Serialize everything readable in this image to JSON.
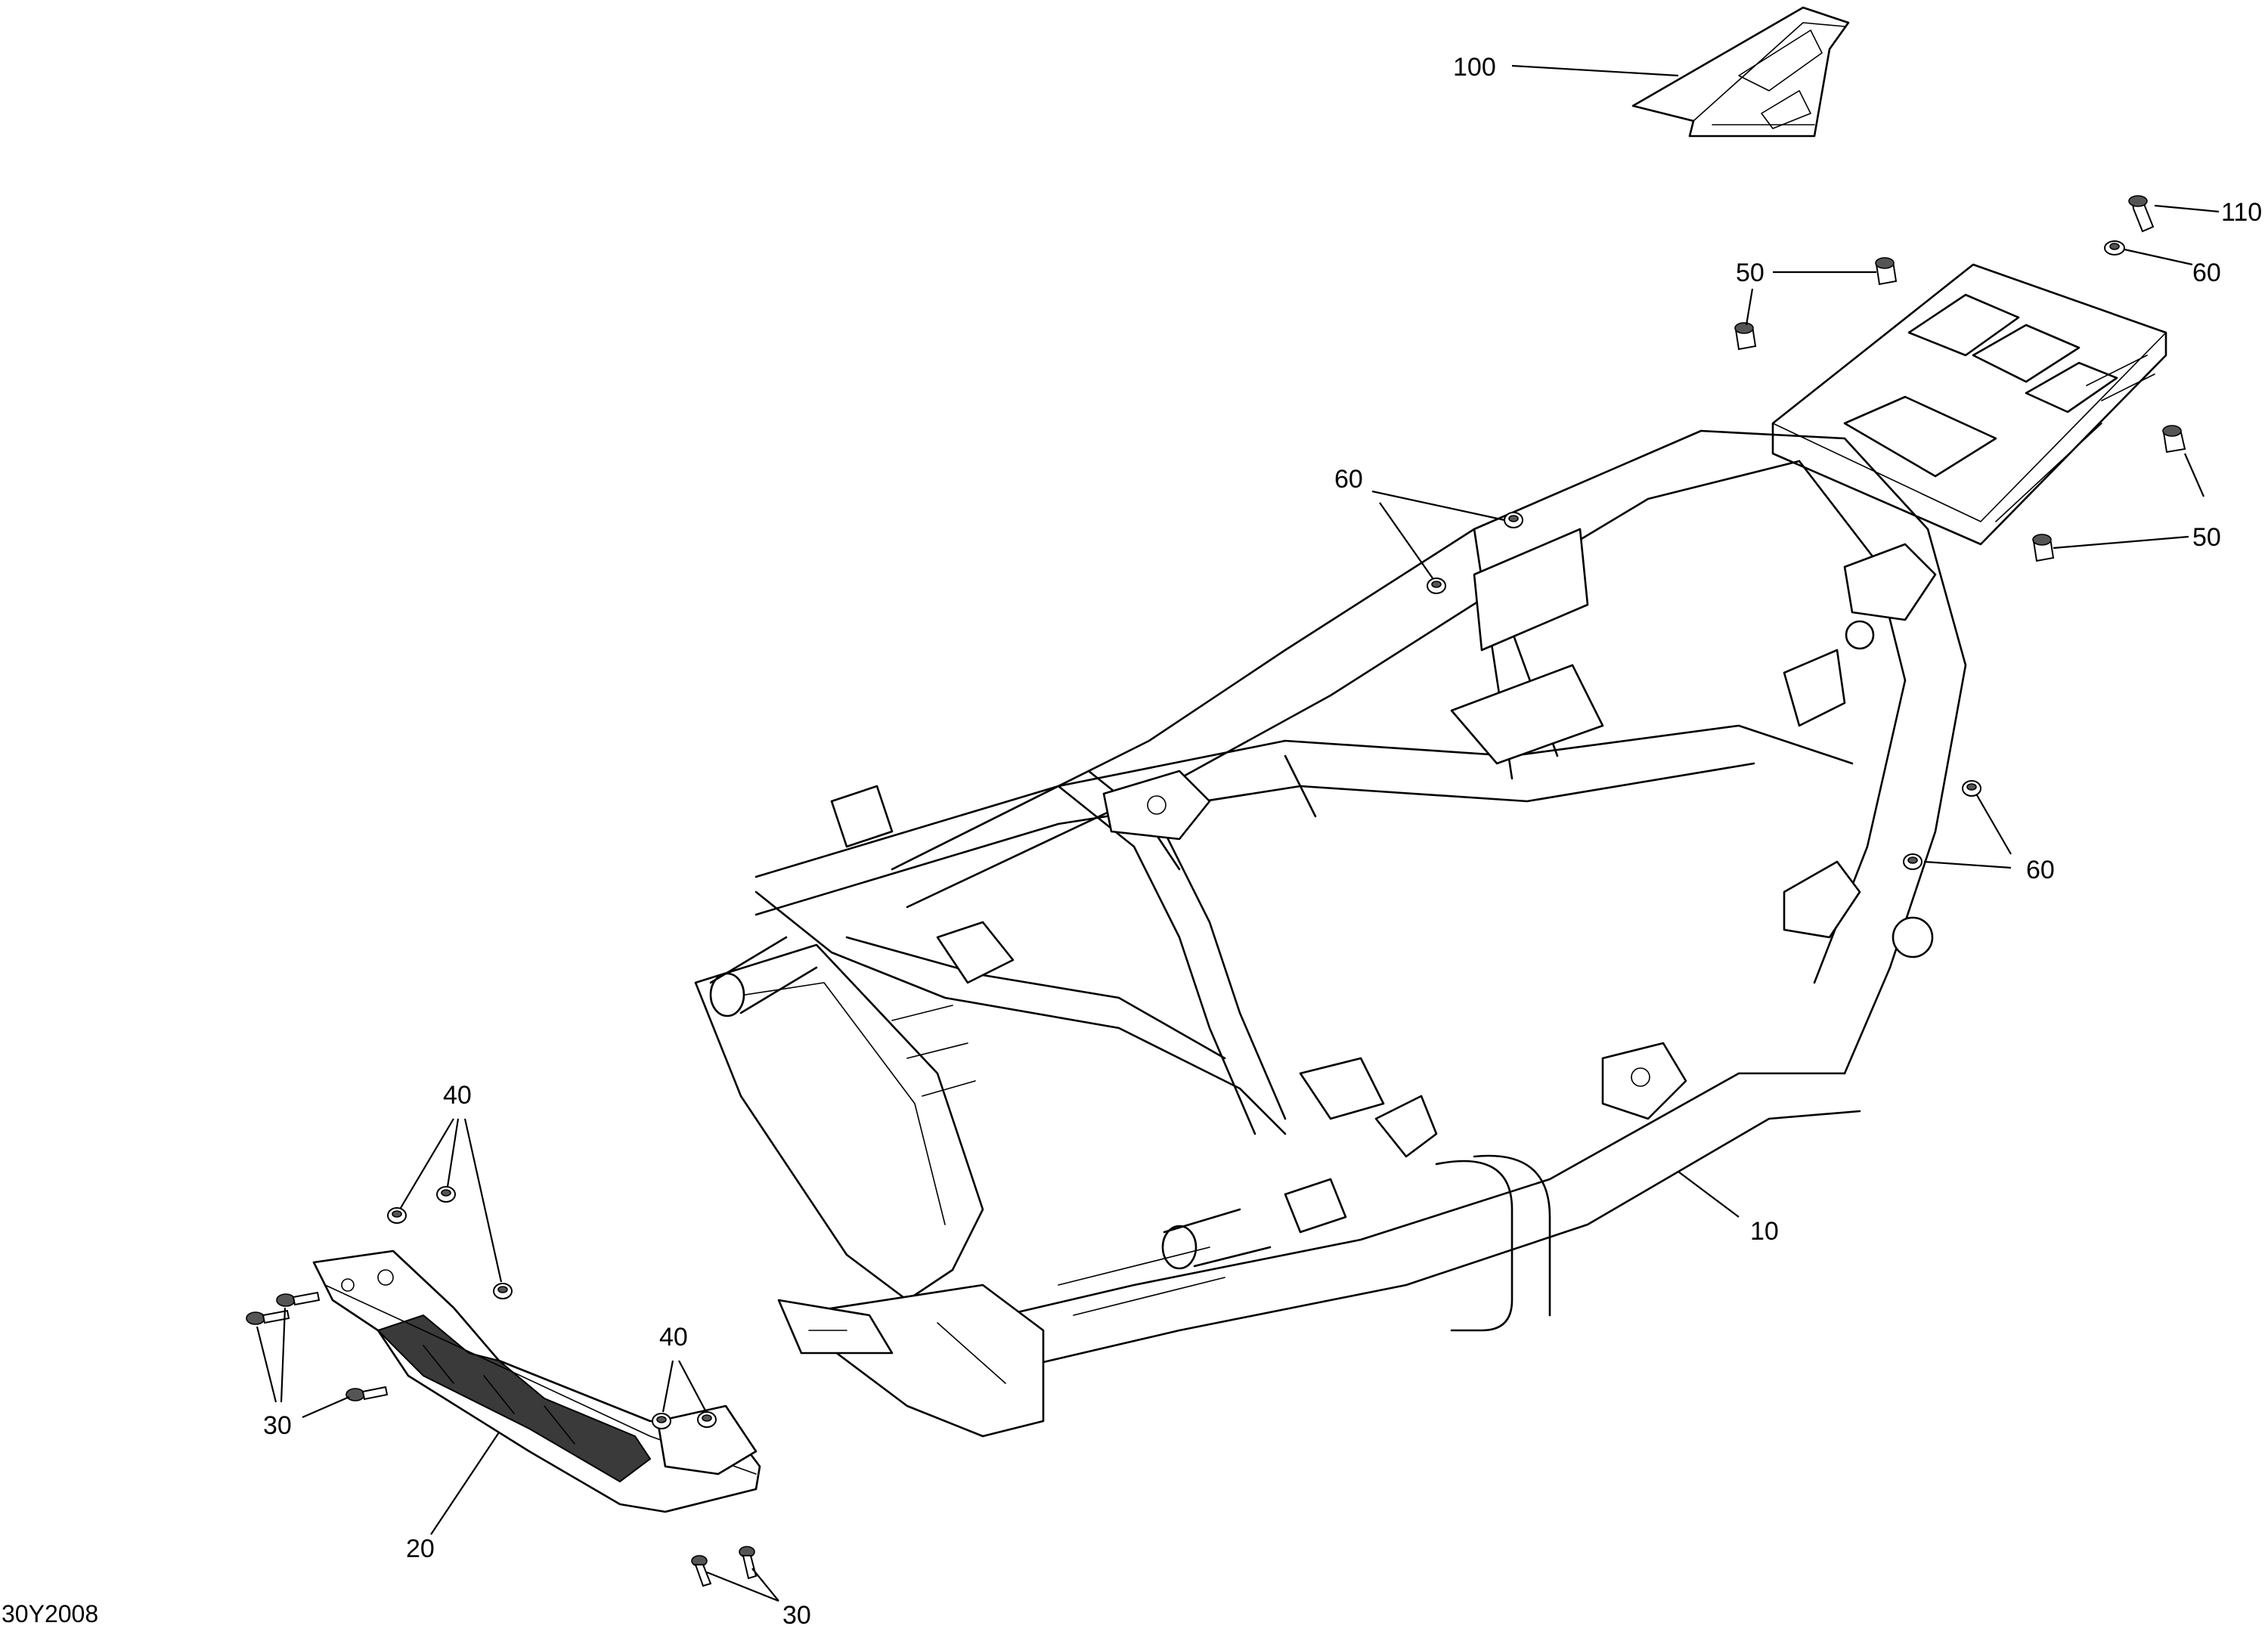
{
  "diagram": {
    "code": "30Y2008",
    "callouts": {
      "c100": "100",
      "c110": "110",
      "c60_top": "60",
      "c50_top": "50",
      "c60_mid": "60",
      "c50_right": "50",
      "c60_right": "60",
      "c10": "10",
      "c40_left": "40",
      "c40_right": "40",
      "c30_left": "30",
      "c20": "20",
      "c30_bottom": "30"
    }
  }
}
